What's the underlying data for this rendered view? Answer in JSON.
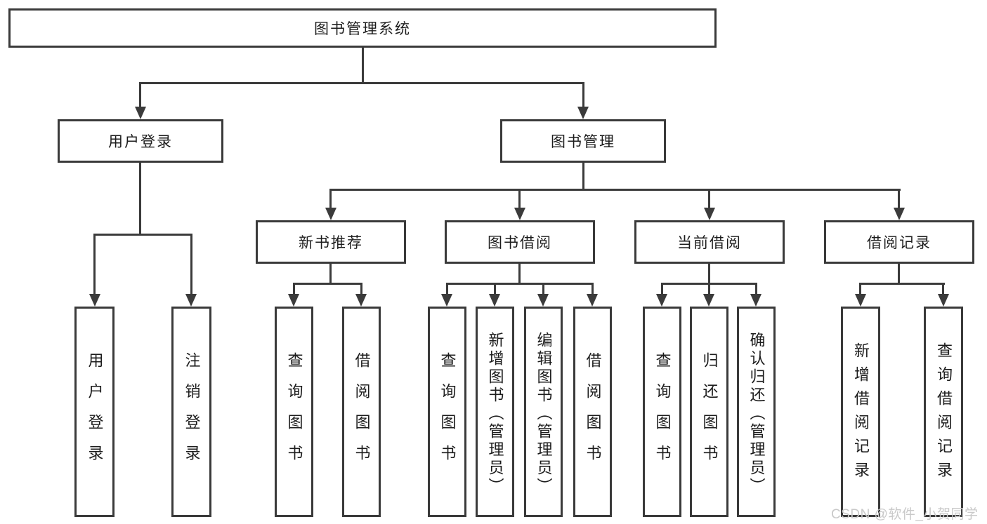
{
  "diagram": {
    "root": {
      "label": "图书管理系统"
    },
    "level2": [
      {
        "label": "用户登录"
      },
      {
        "label": "图书管理"
      }
    ],
    "level3": [
      {
        "label": "新书推荐"
      },
      {
        "label": "图书借阅"
      },
      {
        "label": "当前借阅"
      },
      {
        "label": "借阅记录"
      }
    ],
    "leaves": {
      "user_login": [
        {
          "label": "用户登录"
        },
        {
          "label": "注销登录"
        }
      ],
      "new_book": [
        {
          "label": "查询图书"
        },
        {
          "label": "借阅图书"
        }
      ],
      "book_borrow": [
        {
          "label": "查询图书"
        },
        {
          "label": "新增图书（管理员）"
        },
        {
          "label": "编辑图书（管理员）"
        },
        {
          "label": "借阅图书"
        }
      ],
      "current_borrow": [
        {
          "label": "查询图书"
        },
        {
          "label": "归还图书"
        },
        {
          "label": "确认归还（管理员）"
        }
      ],
      "borrow_record": [
        {
          "label": "新增借阅记录"
        },
        {
          "label": "查询借阅记录"
        }
      ]
    }
  },
  "watermark": {
    "text": "CSDN @软件_小贺同学"
  },
  "colors": {
    "line": "#3b3b3b",
    "node_border": "#3a3a3a",
    "text": "#1c1c1c",
    "background": "#ffffff",
    "watermark": "#c9c9c9"
  }
}
